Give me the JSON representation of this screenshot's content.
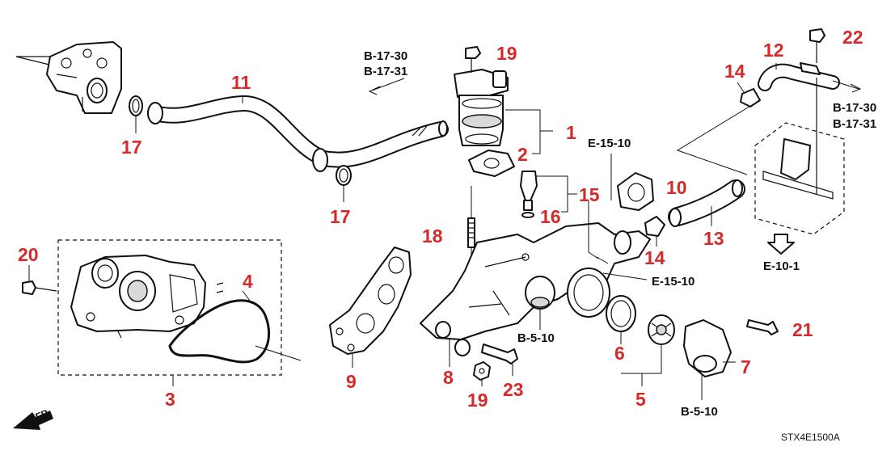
{
  "callouts": {
    "c1": "1",
    "c2": "2",
    "c3": "3",
    "c4": "4",
    "c5": "5",
    "c6": "6",
    "c7": "7",
    "c8": "8",
    "c9": "9",
    "c10": "10",
    "c11": "11",
    "c12": "12",
    "c13": "13",
    "c14a": "14",
    "c14b": "14",
    "c15": "15",
    "c16": "16",
    "c17a": "17",
    "c17b": "17",
    "c18": "18",
    "c19a": "19",
    "c19b": "19",
    "c20": "20",
    "c21": "21",
    "c22": "22",
    "c23": "23"
  },
  "refs": {
    "b1730_top": "B-17-30",
    "b1731_top": "B-17-31",
    "b1730_right": "B-17-30",
    "b1731_right": "B-17-31",
    "e1510_top": "E-15-10",
    "e1510_mid": "E-15-10",
    "e101": "E-10-1",
    "b510_a": "B-5-10",
    "b510_b": "B-5-10"
  },
  "front_marker": "FR.",
  "diagram_code": "STX4E1500A",
  "colors": {
    "callout": "#d42a2a",
    "line": "#111111"
  }
}
